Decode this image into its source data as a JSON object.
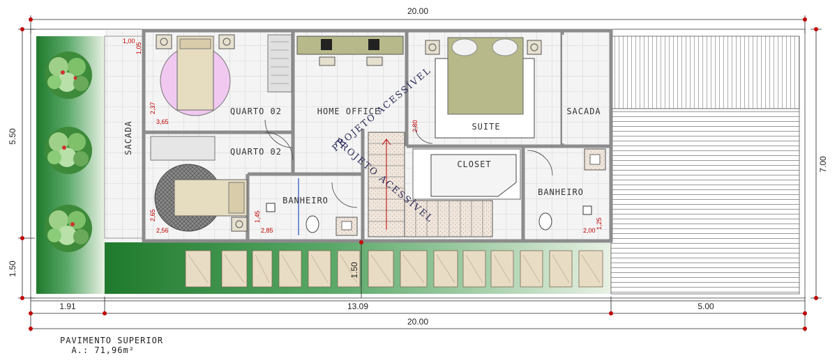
{
  "dimensions": {
    "top_total": "20.00",
    "bottom_total": "20.00",
    "bottom_left": "1.91",
    "bottom_mid_a": "13.09",
    "bottom_right": "5.00",
    "left_upper": "5.50",
    "left_lower": "1.50",
    "right_total": "7.00",
    "front_depth": "1.50"
  },
  "rooms": {
    "sacada_left": "SACADA",
    "quarto_a": "QUARTO 02",
    "quarto_b": "QUARTO 02",
    "home_office": "HOME OFFICE",
    "suite": "SUITE",
    "sacada_right": "SACADA",
    "closet": "CLOSET",
    "banheiro_a": "BANHEIRO",
    "banheiro_b": "BANHEIRO"
  },
  "watermark": [
    "PROJETO ACESSÍVEL",
    "PROJETO ACESSÍVEL"
  ],
  "red_dims": [
    "1,00",
    "1,05",
    "2,37",
    "3,65",
    "2,65",
    "2,56",
    "1,45",
    "2,85",
    "2,80",
    "2,00",
    "1,25"
  ],
  "caption": {
    "title": "PAVIMENTO SUPERIOR",
    "area": "  A.: 71,96m²"
  },
  "colors": {
    "garden": "#2e8b3c",
    "wall": "#9a9a9a",
    "dim_red": "#c00000",
    "wood": "#e9dcc4",
    "bed": "#b7b98a"
  }
}
